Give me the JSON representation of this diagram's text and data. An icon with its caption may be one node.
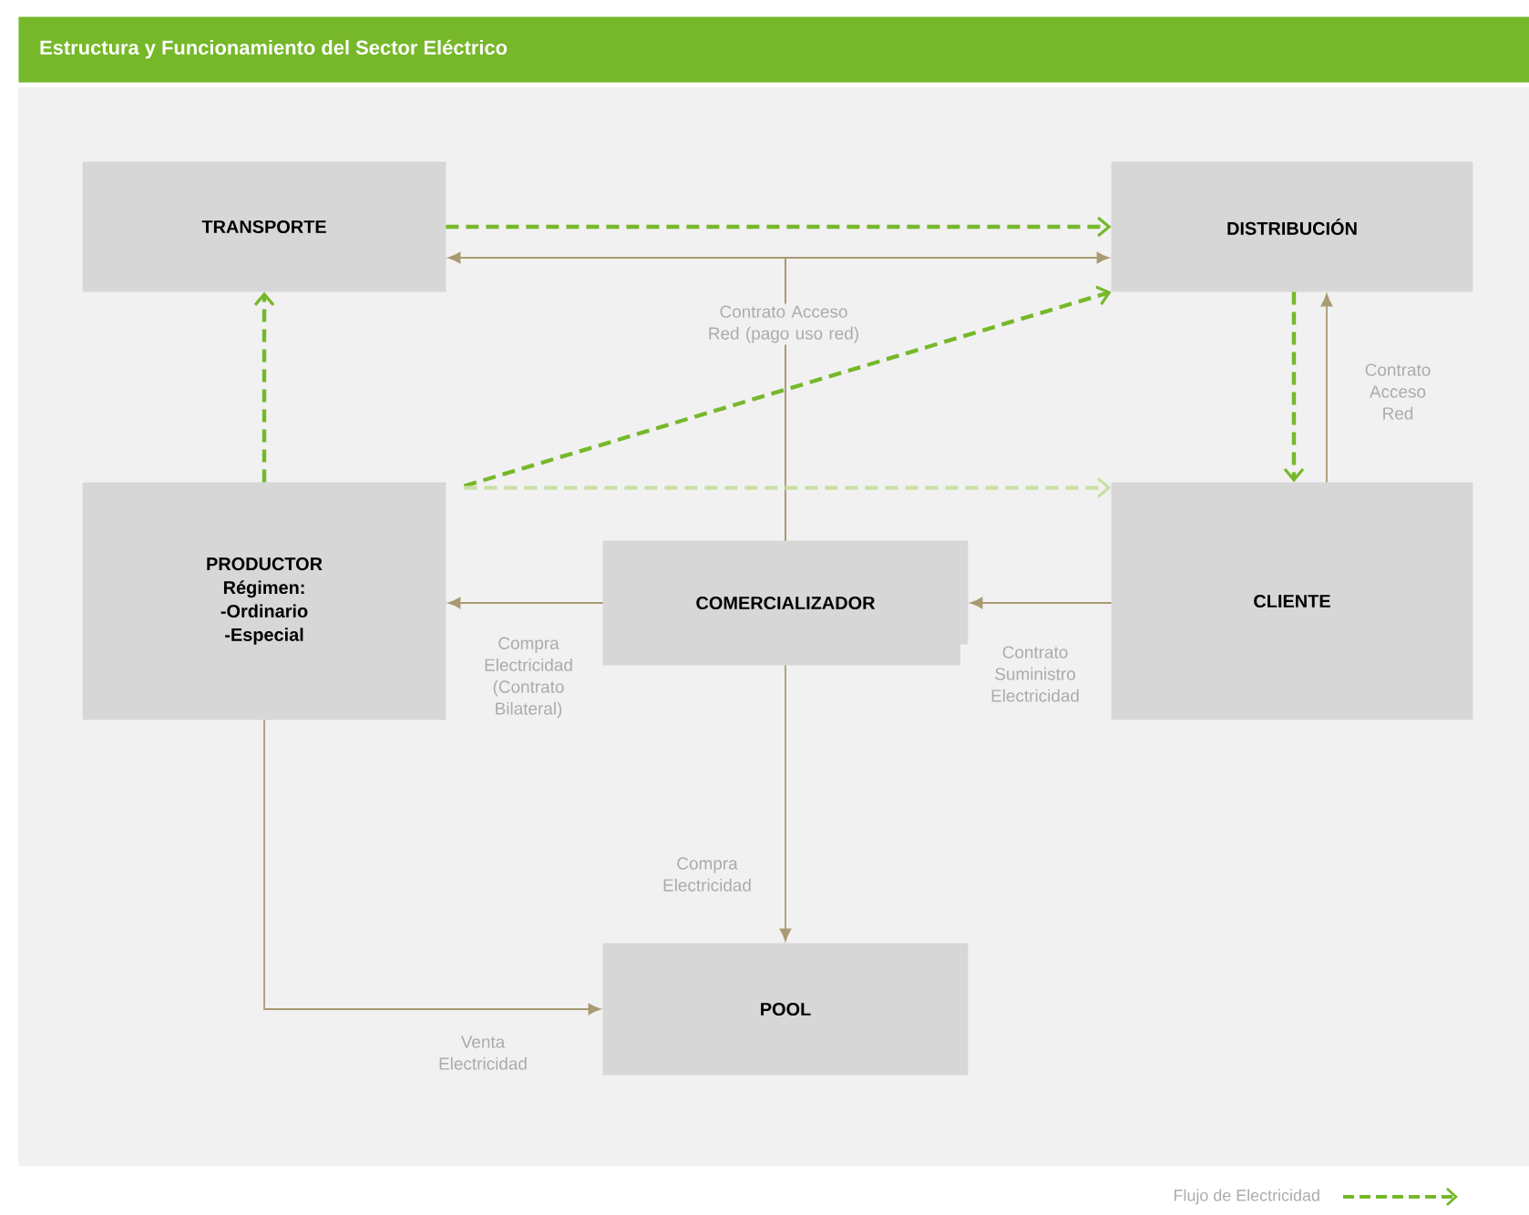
{
  "diagram": {
    "title": "Estructura y Funcionamiento del Sector Eléctrico",
    "nodes": [
      {
        "text": [
          "TRANSPORTE"
        ]
      },
      {
        "text": [
          "DISTRIBUCIÓN"
        ]
      },
      {
        "text": [
          "PRODUCTOR",
          "Régimen:",
          "-Ordinario",
          "-Especial"
        ]
      },
      {
        "text": [
          "COMERCIALIZADOR"
        ]
      },
      {
        "text": [
          "CLIENTE"
        ]
      },
      {
        "text": [
          "POOL"
        ]
      }
    ],
    "edges": [
      {
        "from": 0,
        "to": 1,
        "arrow": "to",
        "style": "dashed",
        "color": "#76b82a"
      },
      {
        "from": 3,
        "to": 0,
        "arrow": "to"
      },
      {
        "from": 3,
        "to": 1,
        "arrow": "to",
        "label": "Contrato Acceso Red (pago uso red)"
      },
      {
        "from": 2,
        "to": 0,
        "arrow": "to",
        "style": "dashed",
        "color": "#76b82a"
      },
      {
        "from": 2,
        "to": 1,
        "arrow": "to",
        "style": "dashed",
        "color": "#76b82a"
      },
      {
        "from": 2,
        "to": 4,
        "arrow": "to",
        "style": "dashed",
        "color": "#c9dfa3"
      },
      {
        "from": 1,
        "to": 4,
        "arrow": "to",
        "style": "dashed",
        "color": "#76b82a"
      },
      {
        "from": 4,
        "to": 1,
        "arrow": "to",
        "label": "Contrato Acceso Red"
      },
      {
        "from": 3,
        "to": 2,
        "arrow": "to",
        "label": "Compra Electricidad (Contrato Bilateral)"
      },
      {
        "from": 4,
        "to": 3,
        "arrow": "to",
        "label": "Contrato Suministro Electricidad"
      },
      {
        "from": 3,
        "to": 5,
        "arrow": "to",
        "label": "Compra Electricidad"
      },
      {
        "from": 2,
        "to": 5,
        "arrow": "to",
        "label": "Venta Electricidad"
      }
    ],
    "legend": [
      {
        "text": "Flujo de Electricidad"
      }
    ]
  }
}
